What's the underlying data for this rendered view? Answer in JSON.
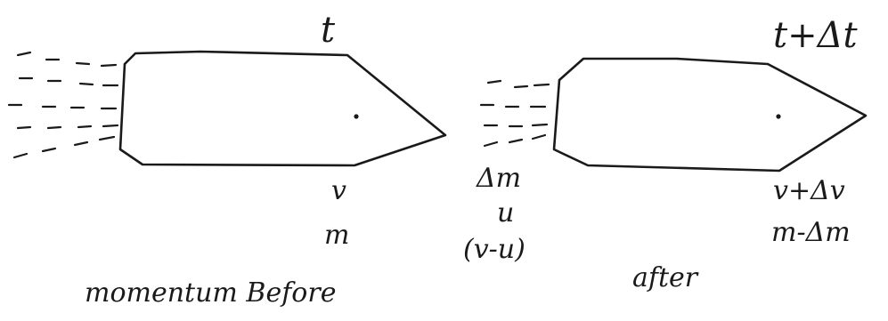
{
  "before": {
    "time_label": "t",
    "velocity_label": "v",
    "mass_label": "m",
    "caption": "momentum Before"
  },
  "after": {
    "time_label": "t+Δt",
    "velocity_label": "v+Δv",
    "mass_label": "m-Δm",
    "caption": "after"
  },
  "exhaust": {
    "mass_label": "Δm",
    "speed_label": "u",
    "relative_label": "(v-u)"
  },
  "colors": {
    "ink": "#1a1a1a",
    "paper": "#ffffff"
  }
}
